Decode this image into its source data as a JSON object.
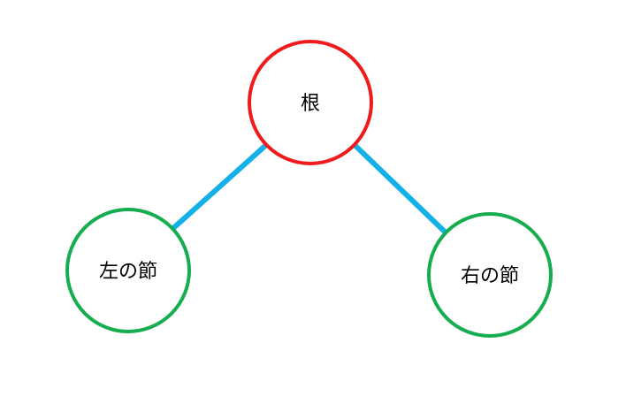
{
  "nodes": {
    "root": {
      "label": "根"
    },
    "left": {
      "label": "左の節"
    },
    "right": {
      "label": "右の節"
    }
  },
  "colors": {
    "root_stroke": "#ee1c1c",
    "child_stroke": "#15ad4f",
    "edge": "#14b0e8"
  }
}
